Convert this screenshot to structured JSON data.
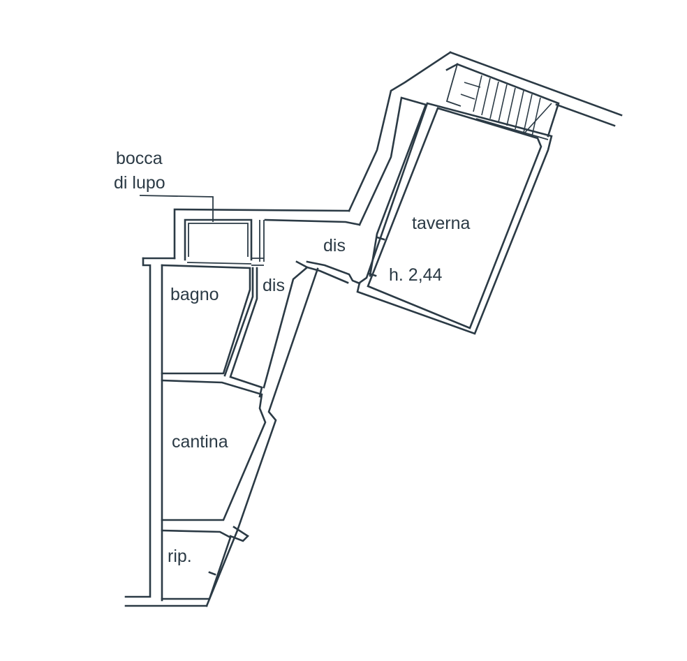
{
  "rooms": {
    "taverna": "taverna",
    "taverna_height": "h. 2,44",
    "dis_upper": "dis",
    "dis_lower": "dis",
    "bagno": "bagno",
    "cantina": "cantina",
    "rip": "rip."
  },
  "annotations": {
    "bocca_line1": "bocca",
    "bocca_line2": "di lupo"
  },
  "colors": {
    "ink": "#2b3a45",
    "paper": "#ffffff"
  }
}
